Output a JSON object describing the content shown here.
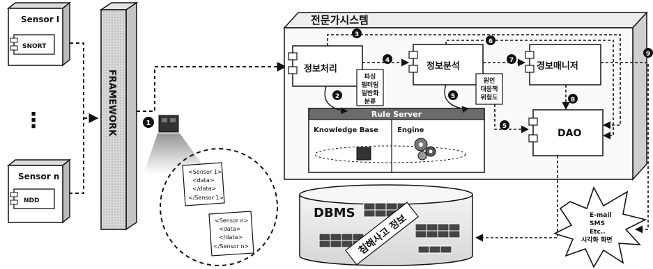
{
  "sensors": [
    {
      "title": "Sensor I",
      "component": "SNORT"
    },
    {
      "title": "Sensor n",
      "component": "NDD"
    }
  ],
  "ellipsis": "⋮",
  "framework_label": "FRAMEWORK",
  "expert_system": {
    "title": "전문가시스템",
    "modules": {
      "info_process": "정보처리",
      "info_analysis": "정보분석",
      "alarm_manager": "경보매니저",
      "dao": "DAO"
    },
    "note_processing": [
      "파싱",
      "필터링",
      "일반화",
      "분류"
    ],
    "note_analysis": [
      "원인",
      "대응책",
      "위험도"
    ],
    "rule_server": {
      "title": "Rule Server",
      "knowledge_base": "Knowledge Base",
      "engine": "Engine"
    }
  },
  "steps": [
    "1",
    "2",
    "3",
    "4",
    "5",
    "5",
    "6",
    "7",
    "8",
    "9"
  ],
  "dbms": {
    "label": "DBMS",
    "banner": "침해사고 정보"
  },
  "xml_docs": [
    [
      "<Sensor 1>",
      "<data>",
      "</data>",
      "</Sensor 1>"
    ],
    [
      "<Sensor n>",
      "<data>",
      "</data>",
      "</Sensor n>"
    ]
  ],
  "alert": [
    "E-mail",
    "SMS",
    "Etc..",
    "시각화 화면"
  ]
}
